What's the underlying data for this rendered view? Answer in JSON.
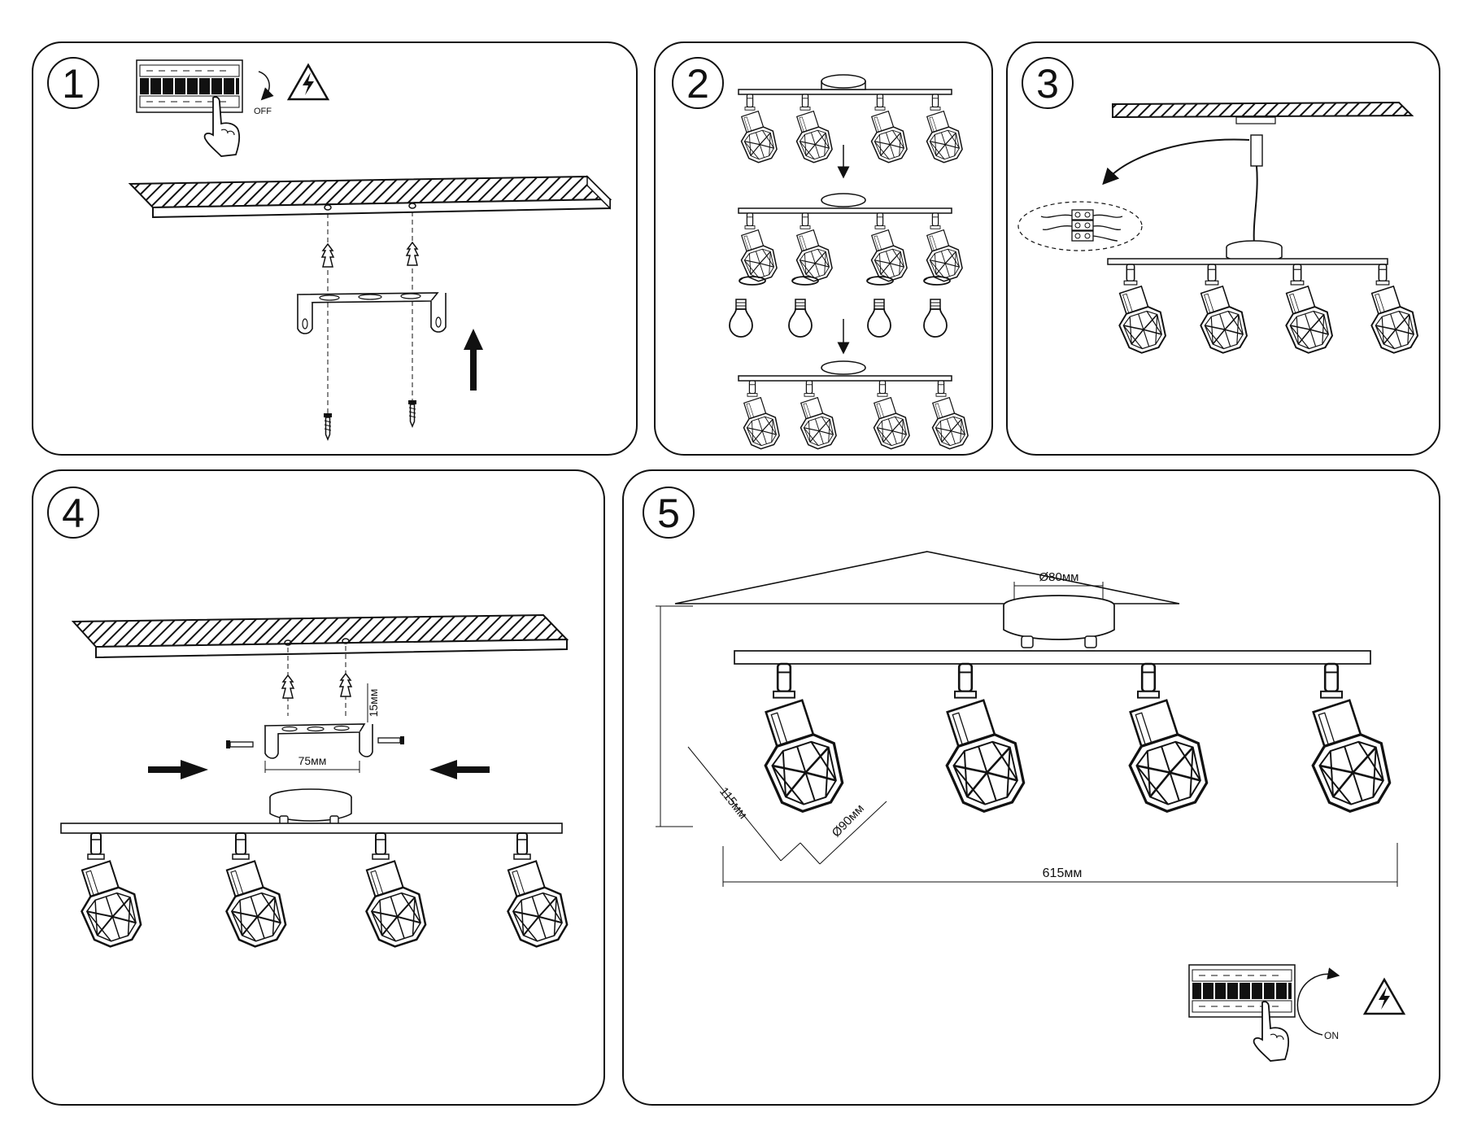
{
  "steps": [
    {
      "number": "1",
      "switch_label": "OFF"
    },
    {
      "number": "2"
    },
    {
      "number": "3"
    },
    {
      "number": "4",
      "dim_bracket_width": "75мм",
      "dim_bracket_height": "15мм"
    },
    {
      "number": "5",
      "dim_canopy": "Ø80мм",
      "dim_length": "615мм",
      "dim_shade_height": "115мм",
      "dim_shade_diameter": "Ø90мм",
      "switch_label": "ON"
    }
  ],
  "icons": {
    "warning": "high-voltage-warning-icon",
    "breaker": "circuit-breaker-icon",
    "hand": "pointing-hand-icon",
    "arrow": "direction-arrow-icon"
  },
  "colors": {
    "line": "#111111",
    "hatch": "#111111",
    "background": "#ffffff"
  }
}
